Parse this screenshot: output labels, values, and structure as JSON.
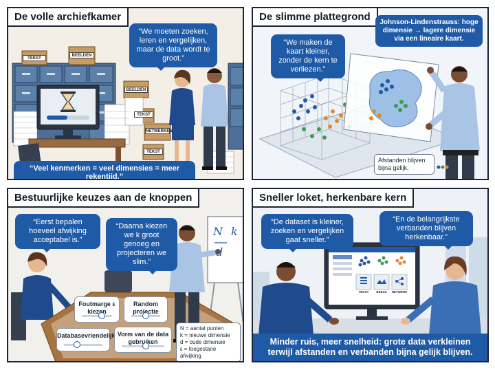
{
  "panels": [
    {
      "title": "De volle archiefkamer",
      "bubble": "“We moeten zoeken, leren en vergelijken, maar de data wordt te groot.”",
      "caption": "“Veel kenmerken = veel dimensies = meer rekentijd.”",
      "box_labels": [
        "TEKST",
        "BEELDEN",
        "BEELDEN",
        "TEKST",
        "NETWERKEN",
        "TEKST"
      ]
    },
    {
      "title": "De slimme plattegrond",
      "bubble": "“We maken de kaart kleiner, zonder de kern te verliezen.”",
      "info": "Johnson-Lindenstrauss: hoge dimensie → lagere dimensie via een lineaire kaart.",
      "note": "Afstanden blijven bijna gelijk."
    },
    {
      "title": "Bestuurlijke keuzes aan de knoppen",
      "bubble_left": "“Eerst bepalen hoeveel afwijking acceptabel is.”",
      "bubble_right": "“Daarna kiezen we k groot genoeg en projecteren we slim.”",
      "board": {
        "top": "N",
        "right": "k",
        "bottom": "d"
      },
      "cards": [
        "Foutmarge ε kiezen",
        "Random projectie",
        "Databasevriendelijk",
        "Vorm van de data gebruiken"
      ],
      "legend": [
        "N = aantal punten",
        "k = nieuwe dimensie",
        "d = oude dimensie",
        "ε = toegestane afwijking"
      ]
    },
    {
      "title": "Sneller loket, herkenbare kern",
      "bubble_left": "“De dataset is kleiner, zoeken en vergelijken gaat sneller.”",
      "bubble_right": "“En de belangrijkste verbanden blijven herkenbaar.”",
      "screen_tiles": [
        "TEKST",
        "BEELD",
        "NETWERK"
      ],
      "caption": "Minder ruis, meer snelheid: grote data verkleinen terwijl afstanden en verbanden bijna gelijk blijven."
    }
  ]
}
